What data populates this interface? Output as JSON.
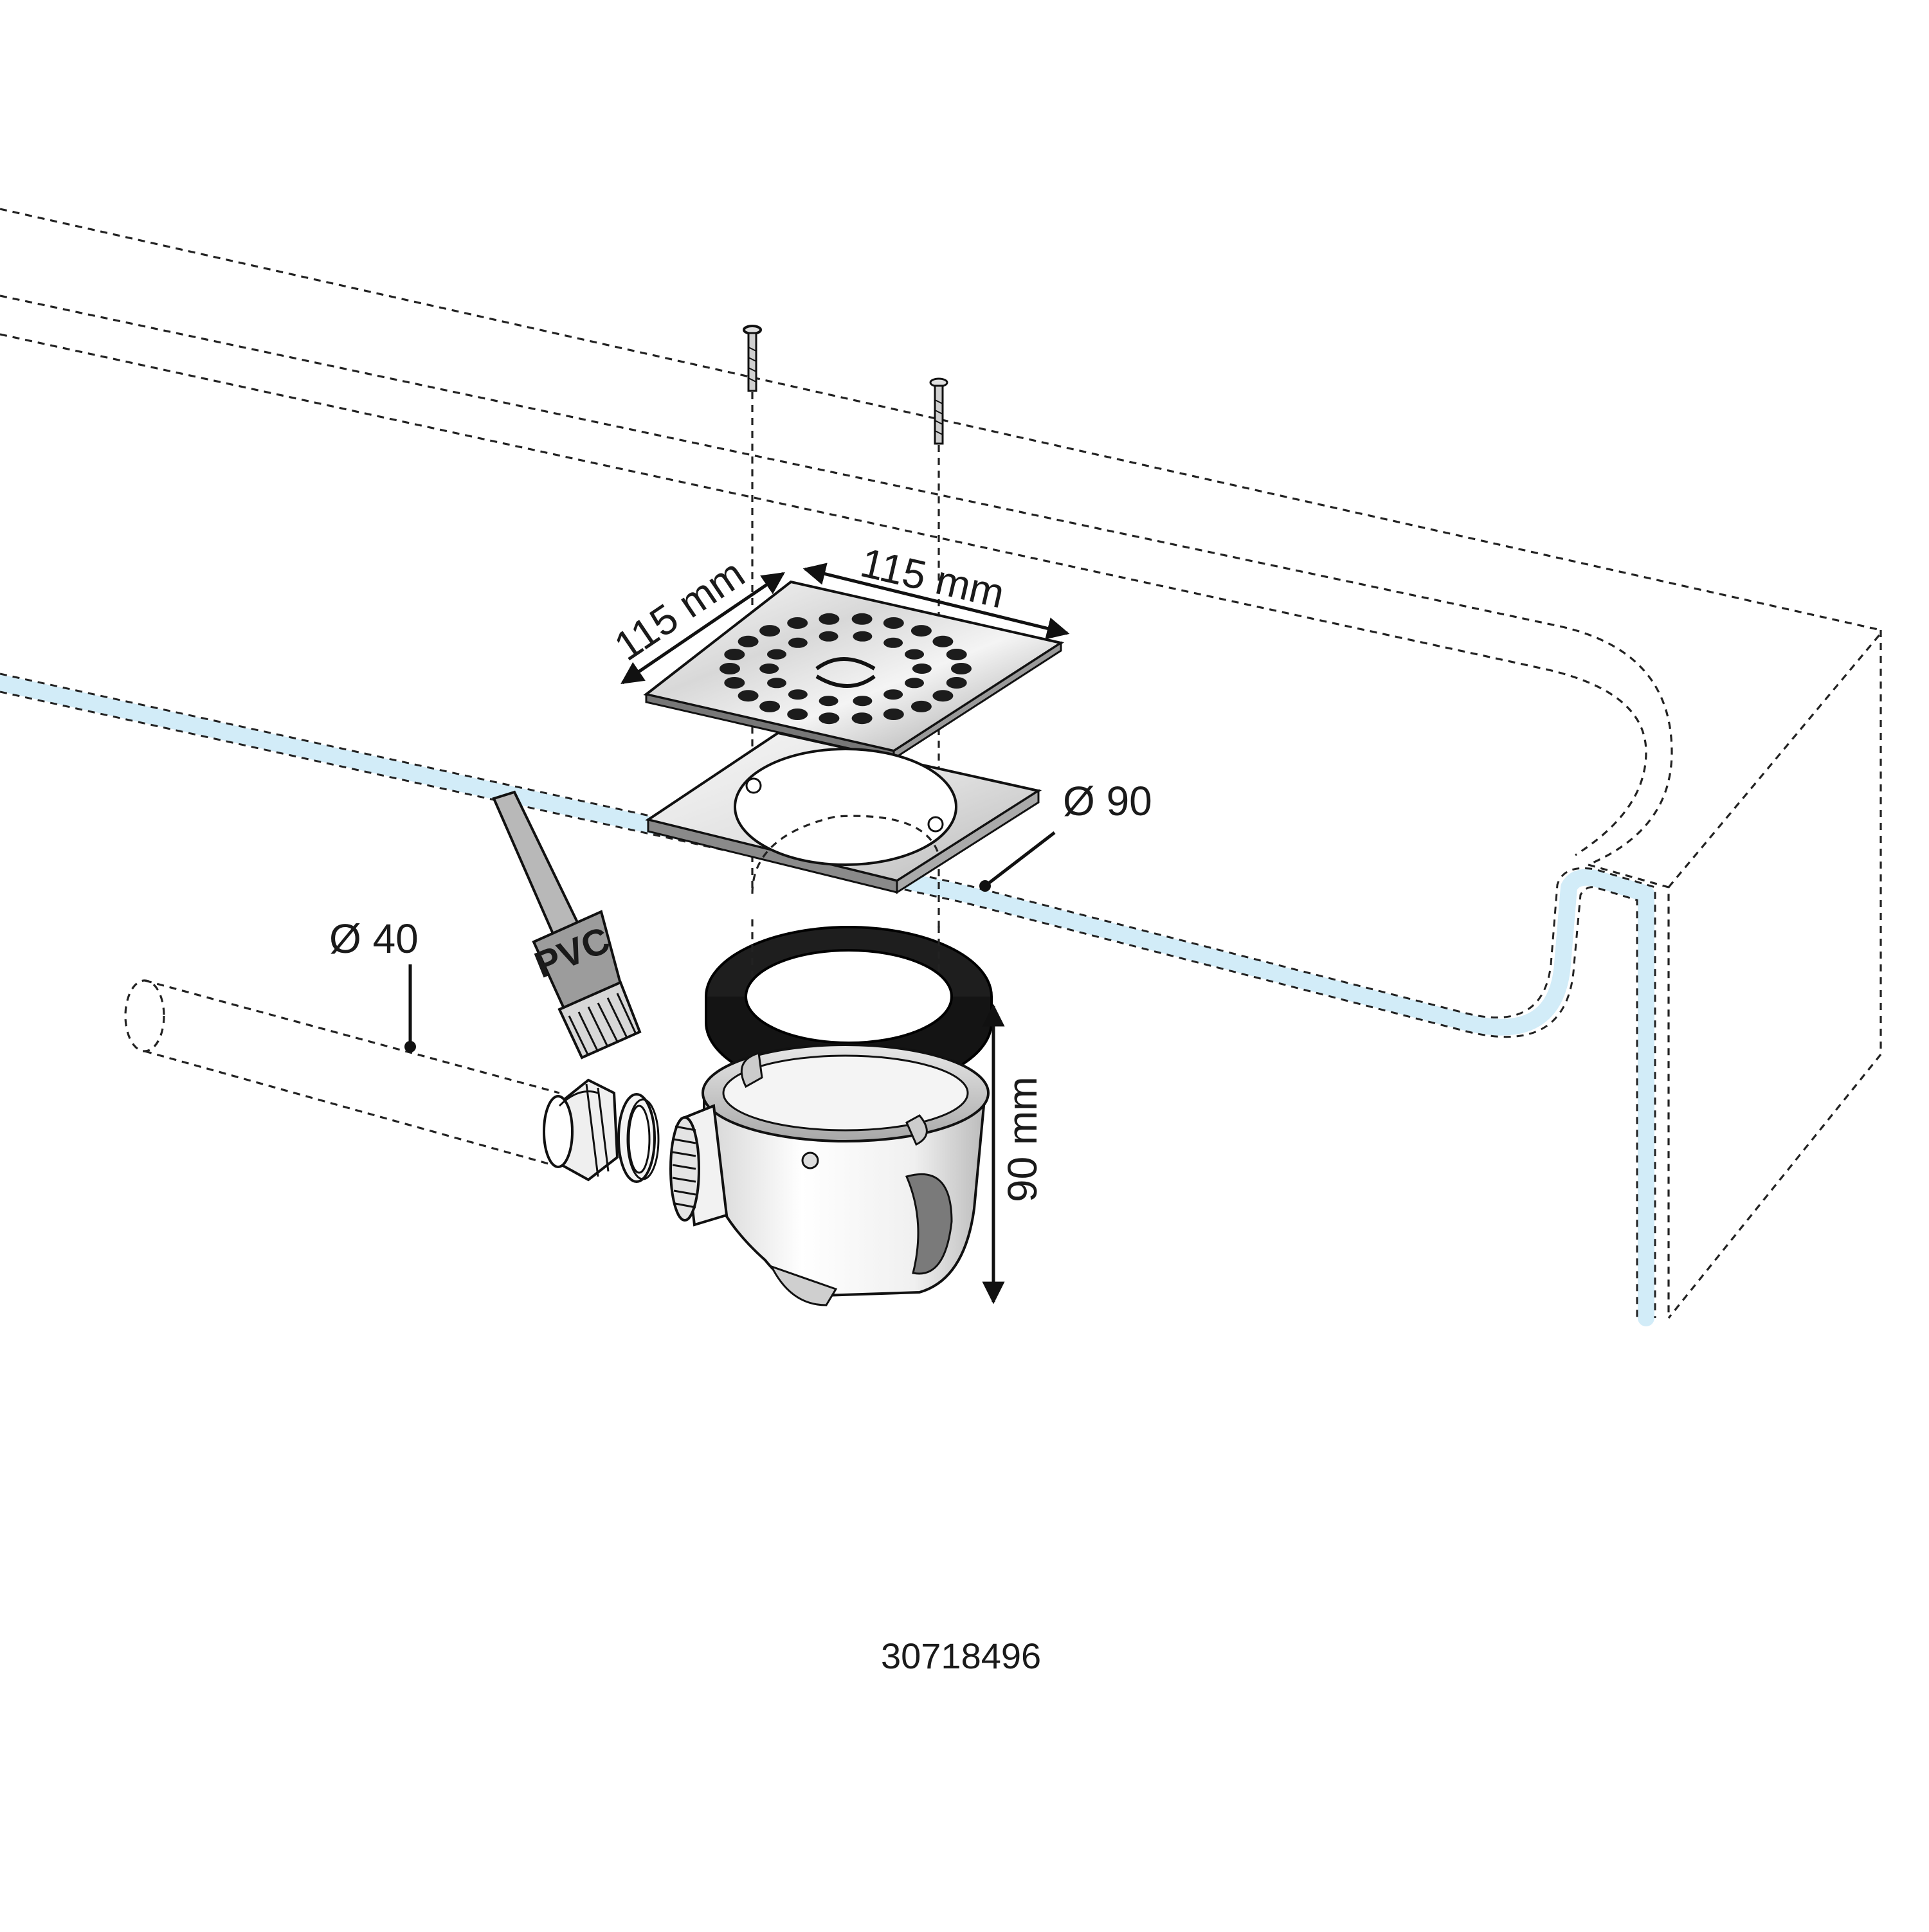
{
  "labels": {
    "grate_side_left": "115 mm",
    "grate_side_right": "115 mm",
    "outlet_diameter": "Ø 90",
    "pipe_diameter": "Ø 40",
    "trap_height": "90 mm",
    "glue_brush": "PVC",
    "reference_number": "30718496"
  },
  "colors": {
    "line": "#111111",
    "water_band": "#d2ecf8",
    "steel_light": "#f2f2f2",
    "steel_dark": "#8f8f8f",
    "gasket": "#1e1e1e",
    "white_plastic": "#ffffff"
  },
  "icons": [
    "screw-icon",
    "pvc-glue-brush-icon",
    "drain-grate-icon",
    "gasket-ring-icon",
    "drain-trap-icon"
  ]
}
